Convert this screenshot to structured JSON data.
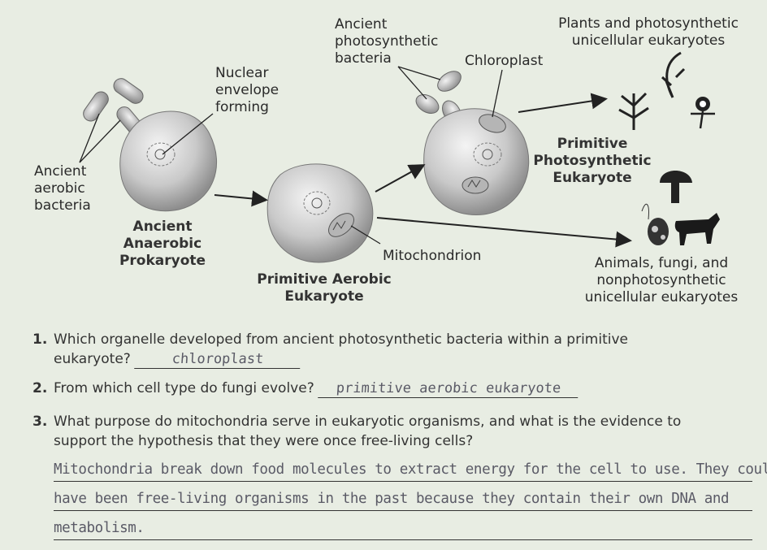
{
  "diagram": {
    "labels": {
      "ancient_aerobic_bacteria": [
        "Ancient",
        "aerobic",
        "bacteria"
      ],
      "nuclear_envelope_forming": [
        "Nuclear",
        "envelope",
        "forming"
      ],
      "ancient_anaerobic_prokaryote": [
        "Ancient",
        "Anaerobic",
        "Prokaryote"
      ],
      "primitive_aerobic_eukaryote": [
        "Primitive Aerobic",
        "Eukaryote"
      ],
      "mitochondrion": "Mitochondrion",
      "ancient_photosynthetic_bacteria": [
        "Ancient",
        "photosynthetic",
        "bacteria"
      ],
      "chloroplast": "Chloroplast",
      "plants": [
        "Plants and photosynthetic",
        "unicellular eukaryotes"
      ],
      "primitive_photosynthetic_eukaryote": [
        "Primitive",
        "Photosynthetic",
        "Eukaryote"
      ],
      "animals": [
        "Animals, fungi, and",
        "nonphotosynthetic",
        "unicellular eukaryotes"
      ]
    }
  },
  "questions": [
    {
      "number": "1.",
      "text_line1": "Which organelle developed from ancient photosynthetic bacteria within a primitive",
      "text_line2": "eukaryote?",
      "answer": "chloroplast"
    },
    {
      "number": "2.",
      "text_line1": "From which cell type do fungi evolve?",
      "answer": "primitive aerobic eukaryote"
    },
    {
      "number": "3.",
      "text_line1": "What purpose do mitochondria serve in eukaryotic organisms, and what is the evidence to",
      "text_line2": "support the hypothesis that they were once free-living cells?",
      "answer_lines": [
        "Mitochondria break down food molecules to extract energy for the cell to use. They could",
        "have been free-living organisms in the past because they contain their own DNA and",
        "metabolism."
      ]
    }
  ]
}
